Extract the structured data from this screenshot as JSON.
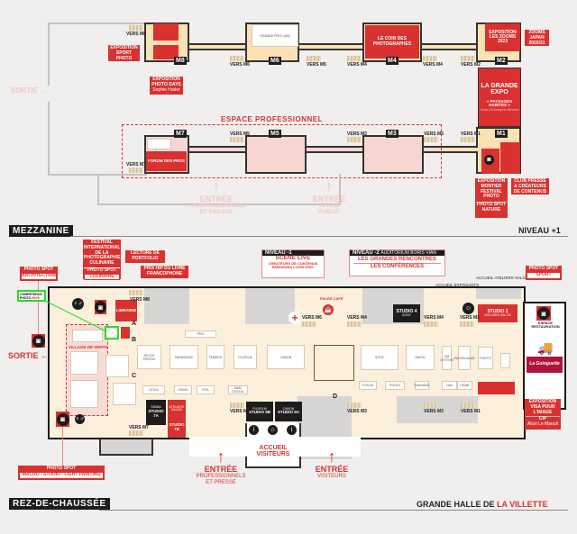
{
  "mezzanine": {
    "floor_label": "MEZZANINE",
    "level_label": "NIVEAU +1",
    "exit": "SORTIE",
    "pro_space": "ESPACE PROFESSIONNEL",
    "modules": [
      "M8",
      "M6",
      "M4",
      "M2",
      "M1",
      "M7",
      "M5",
      "M3"
    ],
    "rooms": {
      "grande_proj": "GRANDE PROJ (M6)",
      "coin": "LE COIN DES PHOTOGRAPHES",
      "zooms": "EXPOSITION LES ZOOMS 2023",
      "forum": "FORUM DES PROS",
      "grande_expo": "LA GRANDE EXPO",
      "grande_expo_sub": "« PAYSAGES HABITÉS »",
      "grande_expo_author": "Jean-Christophe Béchet"
    },
    "callouts": {
      "sport": "EXPOSITION SPORT PHOTO",
      "photo_days": "EXPOSITION PHOTO DAYS",
      "photo_days_author": "Sophie Hatier",
      "zooms_japan": "ZOOMS JAPAN 2020/21",
      "montier": "EXPOSITION MONTIER FESTIVAL PHOTO",
      "nature": "PHOTO SPOT NATURE",
      "club": "CLUB PRESSE & CRÉATEURS DE CONTENUS"
    },
    "stairs": [
      "VERS M8",
      "VERS M6",
      "VERS M5",
      "VERS M4",
      "VERS M4",
      "VERS M2",
      "VERS M7",
      "VERS M5",
      "VERS M3",
      "VERS M3",
      "VERS M1"
    ],
    "entrances": [
      {
        "title": "ENTRÉE",
        "sub": "PROFESSIONNELS ET PRESSE"
      },
      {
        "title": "ENTRÉE",
        "sub": "GRAND PUBLIC"
      }
    ]
  },
  "ground": {
    "floor_label": "REZ-DE-CHAUSSÉE",
    "venue_prefix": "GRANDE HALLE DE ",
    "venue_highlight": "LA VILLETTE",
    "exit": "SORTIE",
    "callouts": {
      "architecture_title": "PHOTO SPOT",
      "architecture": "ARCHITECTURE",
      "culinaire_festival": "FESTIVAL INTERNATIONAL DE LA PHOTOGRAPHIE CULINAIRE",
      "culinaire_title": "PHOTO SPOT",
      "culinaire": "CULINAIRE",
      "portfolio": "LECTURE DE PORTFOLIO",
      "prix_hip": "PRIX HIP DU LIVRE FRANCOPHONE",
      "competence": "COMPÉTENCE PHOTO",
      "competence_code": "B005",
      "niveau1": "NIVEAU -1",
      "scene_live": "SCÈNE LIVE",
      "scene_sub1": "CRÉATEURS DE CONTENUS",
      "scene_sub2": "ÉMISSIONS LOVELIGHT",
      "niveau2": "NIVEAU -2",
      "auditorium": "AUDITORIUM BORIS VIAN",
      "rencontres": "LES GRANDES RENCONTRES",
      "conferences": "LES CONFÉRENCES",
      "accueil_exposants": "ACCUEIL EXPOSANTS",
      "accueil_ateliers": "ACCUEIL ATELIERS SALON",
      "sport_title": "PHOTO SPOT",
      "sport": "SPORT",
      "restauration": "ESPACE RESTAURATION",
      "visa": "EXPOSITION VISA POUR L'IMAGE",
      "cip": "CIP",
      "cip_author": "Alizé Le Maoult",
      "macro_title": "PHOTO SPOT",
      "macro": "MACRO - STUDIO - LIGHT PAINTING"
    },
    "areas": {
      "librairie": "LIBRAIRIE",
      "village": "VILLAGE DE VENTE",
      "pause": "PAUSE CAFÉ",
      "studio4": "STUDIO 4",
      "studio4_sub": "SONY",
      "studio2": "STUDIO 2",
      "studio2_sub": "ATELIERS SALON",
      "studio7a": "STUDIO 7A",
      "studio7a_sub": "SIGMA",
      "studio7b": "STUDIO 7B",
      "studio7b_sub": "ATELIERS SALON",
      "studio5b": "STUDIO 5B",
      "studio5b_sub": "FUJIFILM",
      "studio5a": "STUDIO 5A",
      "studio5a_sub": "CANON",
      "accueil": "ACCUEIL VISITEURS"
    },
    "aisles": [
      "A",
      "B",
      "C",
      "D"
    ],
    "booths": [
      "CANON",
      "FUJIFILM",
      "TAMRON",
      "SONY",
      "NIKON",
      "SIGMA",
      "PANASONIC",
      "LEICA",
      "OM SYSTEM",
      "HASSELBLAD",
      "RICOH PENTAX",
      "PIXL",
      "SAAL DIGITAL",
      "CEWE",
      "PHOTO",
      "FOCUS",
      "POLKA",
      "SAMYANG",
      "NISI",
      "PRO"
    ],
    "stairs": [
      "VERS M8",
      "VERS M6",
      "VERS M4",
      "VERS M4",
      "VERS M2",
      "VERS M7",
      "VERS M5",
      "VERS M3",
      "VERS M3",
      "VERS M1"
    ],
    "entrances": [
      {
        "title": "ENTRÉE",
        "sub": "PROFESSIONNELS ET PRESSE"
      },
      {
        "title": "ENTRÉE",
        "sub": "VISITEURS"
      }
    ]
  },
  "colors": {
    "red": "#d8312f",
    "beige": "#fbe1b3",
    "pink": "#f7d5d0",
    "black": "#1c1c1c",
    "green": "#22e022"
  }
}
